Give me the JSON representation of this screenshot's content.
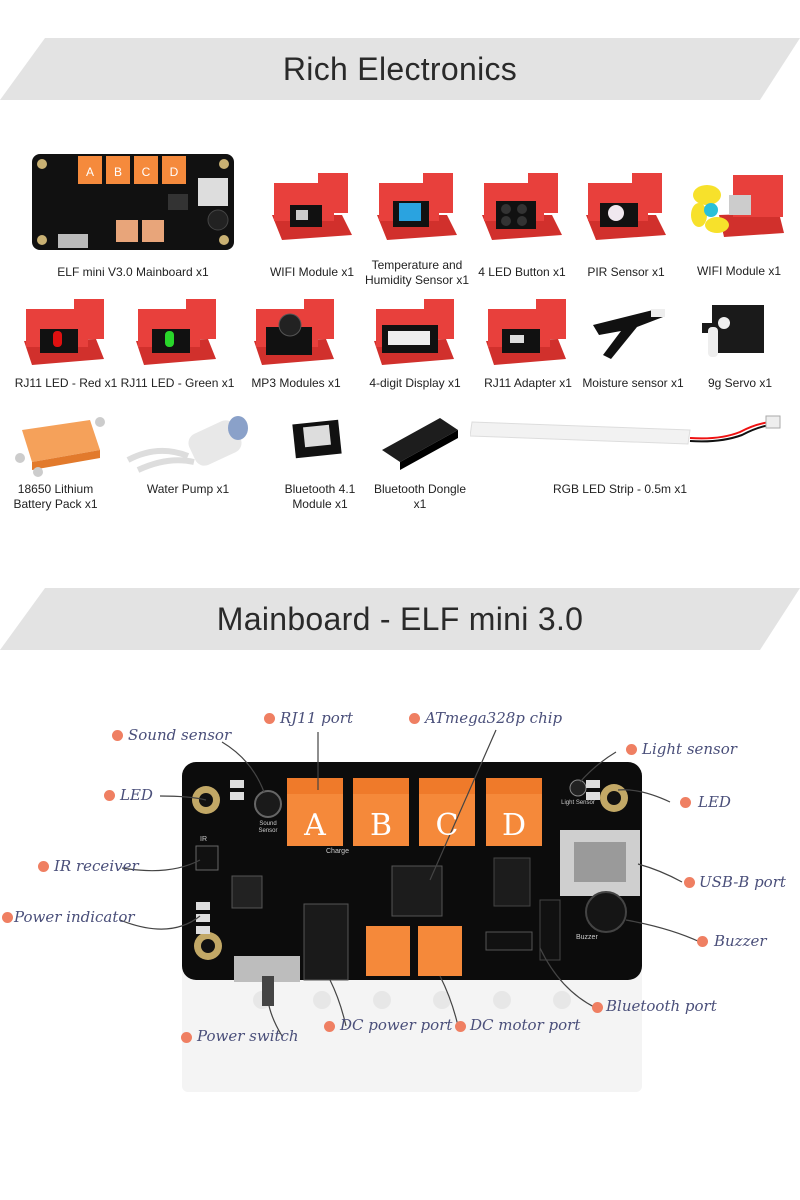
{
  "section1": {
    "title": "Rich Electronics"
  },
  "section2": {
    "title": "Mainboard - ELF mini 3.0"
  },
  "components": [
    {
      "label": "ELF mini V3.0 Mainboard x1",
      "icon": "mainboard-icon"
    },
    {
      "label": "WIFI Module x1",
      "icon": "wifi-module-icon"
    },
    {
      "label": "Temperature and Humidity Sensor x1",
      "icon": "temperature-humidity-sensor-icon"
    },
    {
      "label": "4 LED Button x1",
      "icon": "led-button-icon"
    },
    {
      "label": "PIR Sensor x1",
      "icon": "pir-sensor-icon"
    },
    {
      "label": "WIFI Module x1",
      "icon": "fan-module-icon"
    },
    {
      "label": "RJ11 LED - Red x1",
      "icon": "red-led-icon"
    },
    {
      "label": "RJ11 LED - Green x1",
      "icon": "green-led-icon"
    },
    {
      "label": "MP3 Modules x1",
      "icon": "mp3-module-icon"
    },
    {
      "label": "4-digit Display x1",
      "icon": "digit-display-icon"
    },
    {
      "label": "RJ11 Adapter x1",
      "icon": "rj11-adapter-icon"
    },
    {
      "label": "Moisture sensor x1",
      "icon": "moisture-sensor-icon"
    },
    {
      "label": "9g Servo x1",
      "icon": "servo-icon"
    },
    {
      "label": "18650 Lithium Battery Pack x1",
      "icon": "battery-pack-icon"
    },
    {
      "label": "Water Pump x1",
      "icon": "water-pump-icon"
    },
    {
      "label": "Bluetooth 4.1 Module x1",
      "icon": "bluetooth-module-icon"
    },
    {
      "label": "Bluetooth Dongle x1",
      "icon": "bluetooth-dongle-icon"
    },
    {
      "label": "RGB LED Strip - 0.5m x1",
      "icon": "rgb-led-strip-icon"
    }
  ],
  "board": {
    "ports": [
      "A",
      "B",
      "C",
      "D"
    ],
    "silkscreen": {
      "sound": "Sound Sensor",
      "light": "Light Sensor",
      "buzzer": "Buzzer",
      "ir": "IR",
      "charge": "Charge"
    }
  },
  "callouts": {
    "rj11_port": "RJ11 port",
    "chip": "ATmega328p chip",
    "sound_sensor": "Sound sensor",
    "light_sensor": "Light sensor",
    "led_left": "LED",
    "led_right": "LED",
    "ir_receiver": "IR receiver",
    "usb_b_port": "USB-B port",
    "power_indicator": "Power indicator",
    "buzzer": "Buzzer",
    "bluetooth_port": "Bluetooth port",
    "power_switch": "Power switch",
    "dc_power_port": "DC power port",
    "dc_motor_port": "DC motor port"
  },
  "colors": {
    "accent": "#ef7f62",
    "callout_text": "#4a4f7a",
    "module_red": "#e8403c",
    "port_orange": "#f58a3c",
    "banner": "#e2e2e2"
  }
}
